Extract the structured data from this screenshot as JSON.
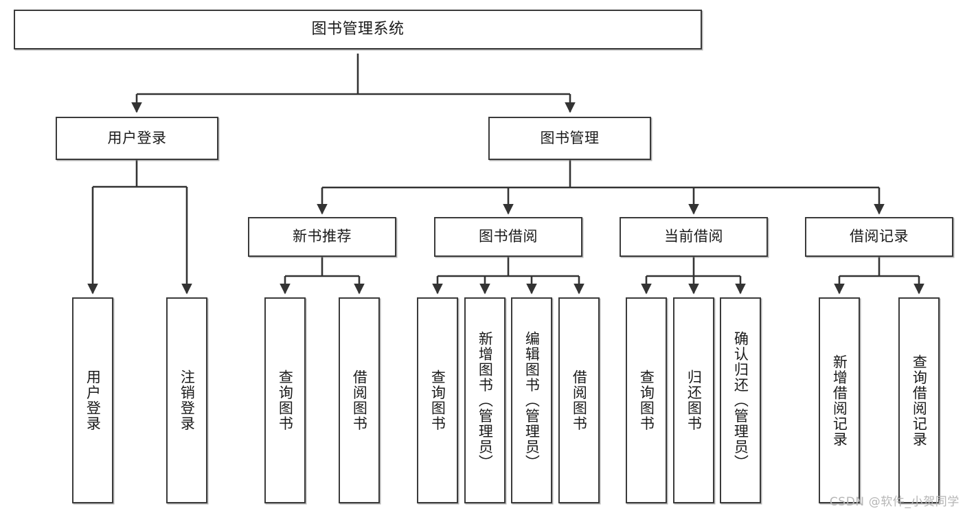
{
  "diagram": {
    "title": "图书管理系统",
    "type": "tree-hierarchy",
    "watermark": "CSDN @软件_小贺同学",
    "colors": {
      "box_border": "#3a3a3a",
      "box_fill": "#ffffff",
      "edge": "#333333",
      "text": "#1a1a1a",
      "watermark": "#b6b6b6",
      "background": "#ffffff"
    },
    "levels": {
      "root": {
        "label": "图书管理系统"
      },
      "level2": [
        {
          "id": "user-login",
          "label": "用户登录"
        },
        {
          "id": "book-manage",
          "label": "图书管理"
        }
      ],
      "level3": [
        {
          "id": "new-book-rec",
          "label": "新书推荐",
          "parent": "book-manage"
        },
        {
          "id": "book-borrow",
          "label": "图书借阅",
          "parent": "book-manage"
        },
        {
          "id": "current-borrow",
          "label": "当前借阅",
          "parent": "book-manage"
        },
        {
          "id": "borrow-record",
          "label": "借阅记录",
          "parent": "book-manage"
        }
      ],
      "leaves": [
        {
          "id": "leaf-1",
          "label": "用户登录",
          "parent": "user-login"
        },
        {
          "id": "leaf-2",
          "label": "注销登录",
          "parent": "user-login"
        },
        {
          "id": "leaf-3",
          "label": "查询图书",
          "parent": "new-book-rec"
        },
        {
          "id": "leaf-4",
          "label": "借阅图书",
          "parent": "new-book-rec"
        },
        {
          "id": "leaf-5",
          "label": "查询图书",
          "parent": "book-borrow"
        },
        {
          "id": "leaf-6",
          "label": "新增图书（管理员）",
          "parent": "book-borrow"
        },
        {
          "id": "leaf-7",
          "label": "编辑图书（管理员）",
          "parent": "book-borrow"
        },
        {
          "id": "leaf-8",
          "label": "借阅图书",
          "parent": "book-borrow"
        },
        {
          "id": "leaf-9",
          "label": "查询图书",
          "parent": "current-borrow"
        },
        {
          "id": "leaf-10",
          "label": "归还图书",
          "parent": "current-borrow"
        },
        {
          "id": "leaf-11",
          "label": "确认归还（管理员）",
          "parent": "current-borrow"
        },
        {
          "id": "leaf-12",
          "label": "新增借阅记录",
          "parent": "borrow-record"
        },
        {
          "id": "leaf-13",
          "label": "查询借阅记录",
          "parent": "borrow-record"
        }
      ]
    }
  }
}
